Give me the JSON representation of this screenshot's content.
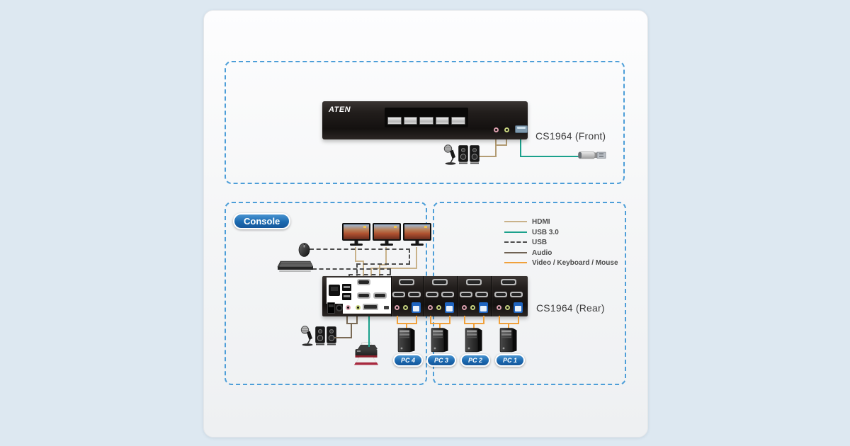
{
  "colors": {
    "page_bg": "#dde8f1",
    "card_bg": "#f6f7f8",
    "dashed_zone_border": "#4d9ed8",
    "badge_blue": "#1c6ab0",
    "device_black": "#1d1916",
    "label_text": "#3b3b3b",
    "hdmi_cable": "#c9b28a",
    "usb3_cable": "#1ba18c",
    "usb_cable": "#4c4c4c",
    "audio_cable_front": "#b39c74",
    "audio_cable_rear": "#7a6a55",
    "vkm_cable": "#f0a13c"
  },
  "front_section": {
    "device_label": "CS1964 (Front)",
    "brand": "ATEN",
    "icons": [
      "microphone-icon",
      "speakers-icon",
      "usb-flash-drive-icon"
    ]
  },
  "console_section": {
    "badge_label": "Console",
    "icons": [
      "monitor-icon",
      "monitor-icon",
      "monitor-icon",
      "mouse-icon",
      "keyboard-icon",
      "microphone-icon",
      "speakers-icon",
      "printer-icon"
    ]
  },
  "rear_section": {
    "device_label": "CS1964 (Rear)",
    "pc_labels": [
      "PC 4",
      "PC 3",
      "PC 2",
      "PC 1"
    ]
  },
  "legend": {
    "items": [
      {
        "label": "HDMI",
        "color": "#c9b28a",
        "style": "solid"
      },
      {
        "label": "USB 3.0",
        "color": "#1ba18c",
        "style": "solid"
      },
      {
        "label": "USB",
        "color": "#4c4c4c",
        "style": "dashed"
      },
      {
        "label": "Audio",
        "color": "#6f6254",
        "style": "solid"
      },
      {
        "label": "Video / Keyboard / Mouse",
        "color": "#f0a13c",
        "style": "solid"
      }
    ]
  }
}
